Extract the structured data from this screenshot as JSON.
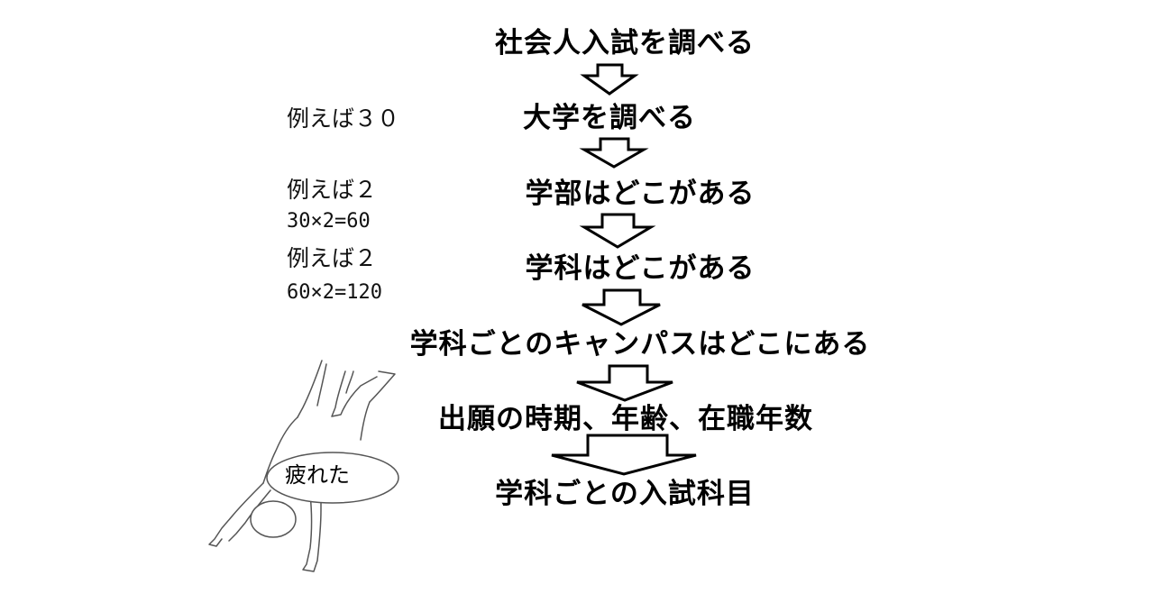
{
  "flow": {
    "steps": [
      "社会人入試を調べる",
      "大学を調べる",
      "学部はどこがある",
      "学科はどこがある",
      "学科ごとのキャンパスはどこにある",
      "出願の時期、年齢、在職年数",
      "学科ごとの入試科目"
    ]
  },
  "notes": {
    "example_30": "例えば３０",
    "example_2_a": "例えば２",
    "calc_60": "30×2=60",
    "example_2_b": "例えば２",
    "calc_120": "60×2=120"
  },
  "illustration": {
    "speech_bubble": "疲れた"
  }
}
